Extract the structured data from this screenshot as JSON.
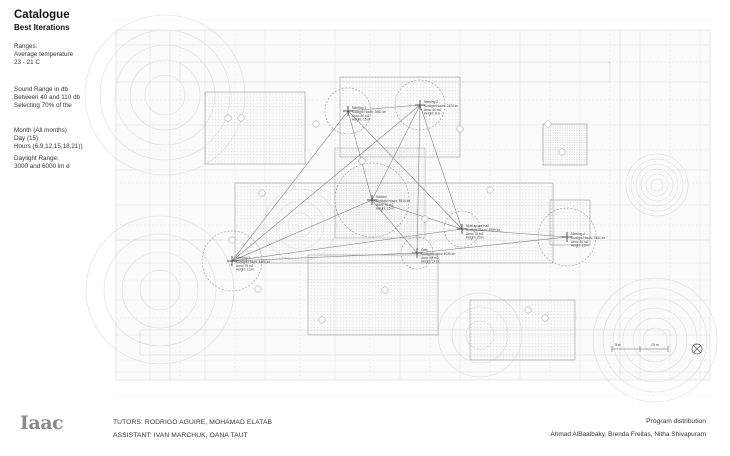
{
  "header": {
    "title": "Catalogue",
    "subtitle": "Best Iterations"
  },
  "ranges": {
    "heading": "Ranges:",
    "temperature_label": "Average temperature",
    "temperature_value": "23 - 21 C",
    "sound_label": "Sound Range in db",
    "sound_between": "Between 40 and 110 db",
    "sound_selecting": "Selecting 70% of the",
    "month": "Month (All months)",
    "day": "Day (15)",
    "hours": "Hours (6,9,12,15,18,21))",
    "daylight_label": "Daylight Range:",
    "daylight_value": "3000 and 6000 lm e"
  },
  "plan": {
    "nodes": [
      {
        "label": "Meeting 1",
        "lines": [
          "Sunlight Hours: 3961 lm",
          "Area: 80 m2",
          "Height: 15 m"
        ]
      },
      {
        "label": "Meeting 2",
        "lines": [
          "Sunlight Hours: 2424 lm",
          "Area: 60 m2",
          "Height: 8 m"
        ]
      },
      {
        "label": "Kitchen",
        "lines": [
          "Sunlight Hours: 3914 lm",
          "Area: 70 m2",
          "Height: 15 m"
        ]
      },
      {
        "label": "Multi-space Hall",
        "lines": [
          "Sunlight Hours: 5999 lm",
          "Area: 75 m2",
          "Height: 13 m"
        ]
      },
      {
        "label": "Meeting 4",
        "lines": [
          "Sunlight Hours: 7551 lm",
          "Area: 80 m2",
          "Height: 13 m"
        ]
      },
      {
        "label": "Meeting 3",
        "lines": [
          "Sunlight Hours: 4406 lm",
          "Area: 75 m2",
          "Height: 13 m"
        ]
      },
      {
        "label": "Cafe",
        "lines": [
          "Sunlight Hours: 4036 lm",
          "Area: 60 m2",
          "Height: 14 m"
        ]
      }
    ],
    "scale_labels": [
      "5 m",
      "10 m"
    ]
  },
  "footer": {
    "logo": "Iaac",
    "tutors": "TUTORS: RODRIGO AGUIRE, MOHAMAD ELATAB",
    "assistant": "ASSISTANT: IVAN MARCHUK, OANA TAUT",
    "program": "Program distribution",
    "authors": "Ahmad AlBaalbaky, Brenda Freitas, Nitha Shivapuram"
  },
  "colors": {
    "line": "#9a9a9a",
    "grid": "#d7d7d7",
    "text": "#333333",
    "logo": "#8a8a8a"
  }
}
